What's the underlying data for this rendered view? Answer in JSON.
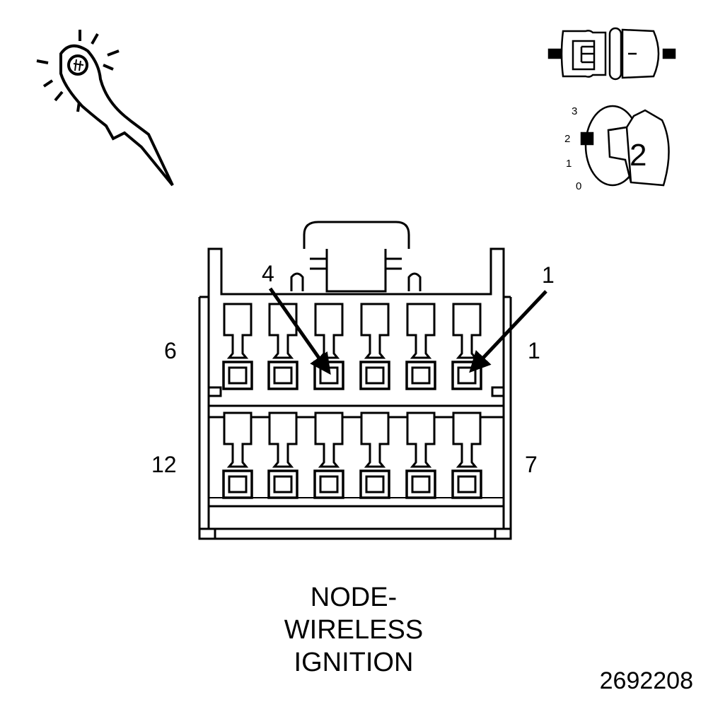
{
  "pin_labels": {
    "top_left": "6",
    "top_right": "1",
    "bottom_left": "12",
    "bottom_right": "7"
  },
  "callouts": [
    "4",
    "1"
  ],
  "key_positions": [
    "3",
    "2",
    "1",
    "0"
  ],
  "key_number": "2",
  "caption": [
    "NODE-",
    "WIRELESS",
    "IGNITION"
  ],
  "figure_number": "2692208",
  "icons": [
    "test-probe-icon",
    "connector-disconnect-icon",
    "ignition-key-icon"
  ]
}
